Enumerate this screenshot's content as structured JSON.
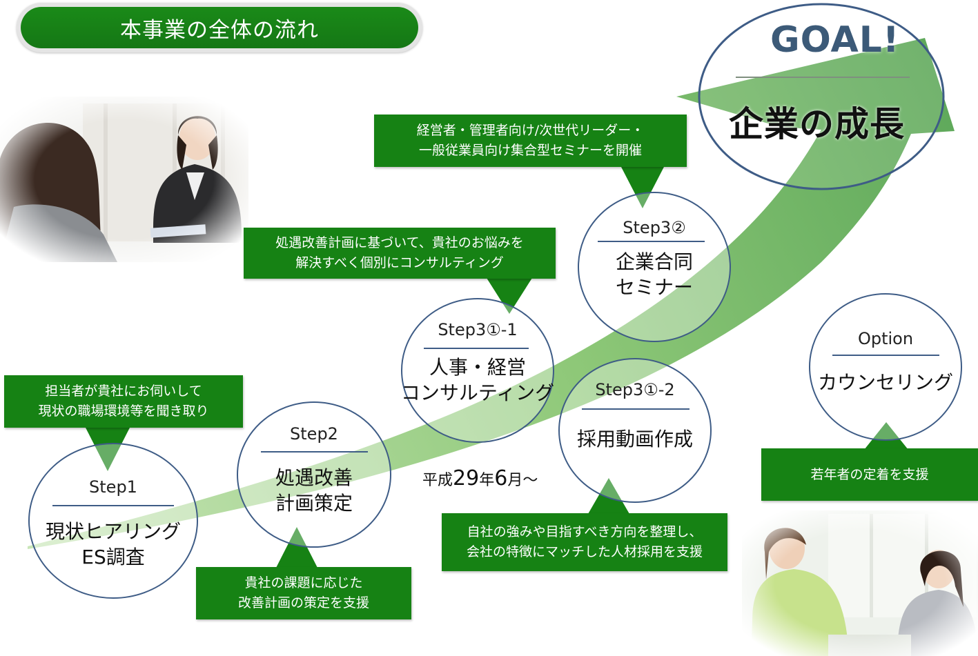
{
  "header": {
    "title": "本事業の全体の流れ"
  },
  "goal": {
    "title": "GOAL!",
    "subtitle": "企業の成長"
  },
  "date": {
    "era_label": "平成",
    "year": "29",
    "year_unit": "年",
    "month": "6",
    "month_unit": "月～"
  },
  "steps": {
    "step1": {
      "step": "Step1",
      "name": [
        "現状ヒアリング",
        "ES調査"
      ]
    },
    "step2": {
      "step": "Step2",
      "name": [
        "処遇改善",
        "計画策定"
      ]
    },
    "step3_1_1": {
      "step": "Step3①-1",
      "name": [
        "人事・経営",
        "コンサルティング"
      ]
    },
    "step3_1_2": {
      "step": "Step3①-2",
      "name": [
        "採用動画作成"
      ]
    },
    "step3_2": {
      "step": "Step3②",
      "name": [
        "企業合同",
        "セミナー"
      ]
    },
    "option": {
      "step": "Option",
      "name": [
        "カウンセリング"
      ]
    }
  },
  "callouts": {
    "step1": [
      "担当者が貴社にお伺いして",
      "現状の職場環境等を聞き取り"
    ],
    "step2": [
      "貴社の課題に応じた",
      "改善計画の策定を支援"
    ],
    "step3_1_1": [
      "処遇改善計画に基づいて、貴社のお悩みを",
      "解決すべく個別にコンサルティング"
    ],
    "step3_1_2": [
      "自社の強みや目指すべき方向を整理し、",
      "会社の特徴にマッチした人材採用を支援"
    ],
    "step3_2": [
      "経営者・管理者向け/次世代リーダー・",
      "一般従業員向け集合型セミナーを開催"
    ],
    "option": [
      "若年者の定着を支援"
    ]
  },
  "colors": {
    "callout_green": "#168214",
    "arrow_light": "#c9e6b8",
    "arrow_dark": "#5ea85a",
    "circle_border": "#3e5c86",
    "goal_text": "#3c5a78"
  },
  "photos": [
    {
      "name": "consultation-photo",
      "icon": "photo-consultation-icon"
    },
    {
      "name": "counseling-photo",
      "icon": "photo-counseling-icon"
    }
  ]
}
